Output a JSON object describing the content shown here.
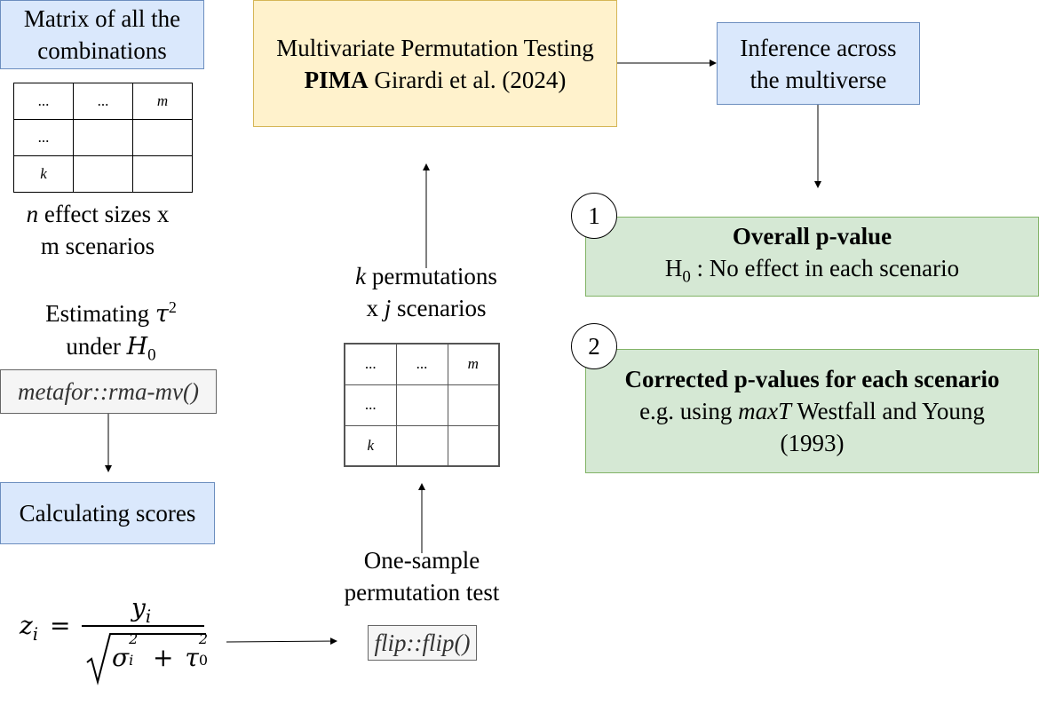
{
  "matrix_box": {
    "line1": "Matrix of all the",
    "line2": "combinations"
  },
  "left_table": {
    "rows": [
      [
        "...",
        "...",
        "m"
      ],
      [
        "...",
        "",
        ""
      ],
      [
        "k",
        "",
        ""
      ]
    ]
  },
  "effect_sizes": {
    "var": "n",
    "line1_rest": " effect sizes x",
    "line2": "m scenarios"
  },
  "estimating": {
    "line1": "Estimating ",
    "tau": "τ",
    "sq": "2",
    "line2": "under ",
    "H": "H",
    "zero": "0"
  },
  "metafor_box": {
    "label": "metafor::rma-mv()"
  },
  "scores_box": {
    "label": "Calculating scores"
  },
  "formula": {
    "z": "z",
    "i": "i",
    "eq": "=",
    "y": "y",
    "sigma": "σ",
    "two": "2",
    "plus": "+",
    "tau": "τ",
    "zero": "0"
  },
  "pima_box": {
    "line1": "Multivariate Permutation Testing",
    "bold": "PIMA",
    "line2_rest": " Girardi et al. (2024)"
  },
  "permutations": {
    "var_k": "k",
    "line1_rest": " permutations",
    "prefix": "x ",
    "var_j": "j",
    "line2_rest": " scenarios"
  },
  "mid_table": {
    "rows": [
      [
        "...",
        "...",
        "m"
      ],
      [
        "...",
        "",
        ""
      ],
      [
        "k",
        "",
        ""
      ]
    ]
  },
  "one_sample": {
    "line1": "One-sample",
    "line2": "permutation test"
  },
  "flip_box": {
    "label": "flip::flip()"
  },
  "inference_box": {
    "line1": "Inference across",
    "line2": "the multiverse"
  },
  "badge1": {
    "label": "1"
  },
  "overall_box": {
    "title": "Overall p-value",
    "H": "H",
    "zero": "0",
    "rest": " : No effect in each scenario"
  },
  "badge2": {
    "label": "2"
  },
  "corrected_box": {
    "title": "Corrected p-values for each scenario",
    "prefix": "e.g. using ",
    "method": "maxT",
    "suffix": " Westfall and Young",
    "year": "(1993)"
  },
  "colors": {
    "blue_fill": "#dae8fc",
    "blue_stroke": "#6c8ebf",
    "yellow_fill": "#fff2cc",
    "yellow_stroke": "#d6b656",
    "green_fill": "#d5e8d4",
    "green_stroke": "#82b366",
    "gray_fill": "#f5f5f5"
  }
}
